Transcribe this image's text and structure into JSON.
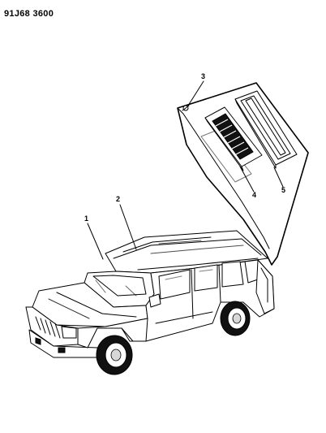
{
  "diagram": {
    "code": "91J68 3600",
    "callouts": [
      {
        "id": "1",
        "label": "1"
      },
      {
        "id": "2",
        "label": "2"
      },
      {
        "id": "3",
        "label": "3"
      },
      {
        "id": "4",
        "label": "4"
      },
      {
        "id": "5",
        "label": "5"
      }
    ]
  }
}
